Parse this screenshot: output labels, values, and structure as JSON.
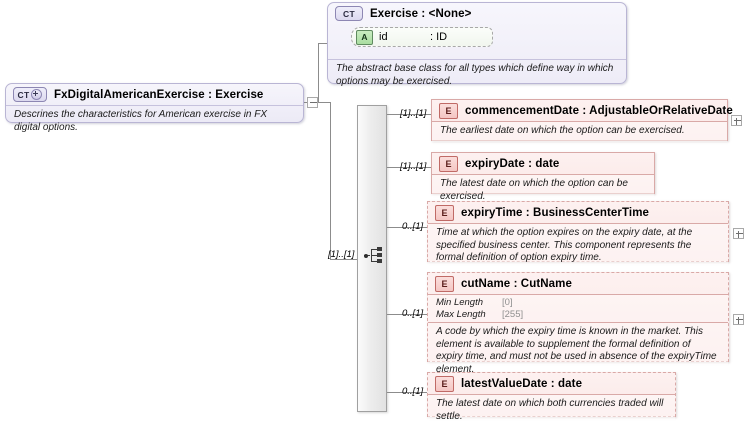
{
  "diagram": {
    "kind": "xsd-schema-diagram",
    "root": {
      "badge": "CT",
      "badge_icon": "complex-type-plus-icon",
      "title": "FxDigitalAmericanExercise : Exercise",
      "documentation": "Descrines the characteristics for American exercise in FX digital options.",
      "toggle": "minus"
    },
    "base_type": {
      "badge": "CT",
      "title": "Exercise : <None>",
      "documentation": "The abstract base class for all types which define way in which options may be exercised.",
      "attribute": {
        "badge": "A",
        "name": "id",
        "type": ": ID"
      }
    },
    "compositor": {
      "icon": "sequence-icon",
      "cardinality": "[1]..[1]"
    },
    "elements": [
      {
        "badge": "E",
        "title": "commencementDate : AdjustableOrRelativeDate",
        "documentation": "The earliest date on which the option can be exercised.",
        "cardinality": "[1]..[1]",
        "required": true,
        "expandable": true,
        "facets": []
      },
      {
        "badge": "E",
        "title": "expiryDate : date",
        "documentation": "The latest date on which the option can be exercised.",
        "cardinality": "[1]..[1]",
        "required": true,
        "expandable": false,
        "facets": []
      },
      {
        "badge": "E",
        "title": "expiryTime : BusinessCenterTime",
        "documentation": "Time at which the option expires on the expiry date, at the specified business center. This component represents the formal definition of option expiry time.",
        "cardinality": "0..[1]",
        "required": false,
        "expandable": true,
        "facets": []
      },
      {
        "badge": "E",
        "title": "cutName : CutName",
        "documentation": "A code by which the expiry time is known in the market. This element is available to supplement the formal definition of expiry time, and must not be used in absence of the expiryTime element.",
        "cardinality": "0..[1]",
        "required": false,
        "expandable": true,
        "facets": [
          {
            "label": "Min Length",
            "value": "[0]"
          },
          {
            "label": "Max Length",
            "value": "[255]"
          }
        ]
      },
      {
        "badge": "E",
        "title": "latestValueDate : date",
        "documentation": "The latest date on which both currencies traded will settle.",
        "cardinality": "0..[1]",
        "required": false,
        "expandable": false,
        "facets": []
      }
    ],
    "colors": {
      "complex_type_border": "#b9b5d4",
      "complex_type_fill": "#eeecf7",
      "element_border": "#d9a9a7",
      "element_fill": "#fbe7e6",
      "attribute_badge": "#a9dda0",
      "connector": "#8c8c8c"
    }
  }
}
